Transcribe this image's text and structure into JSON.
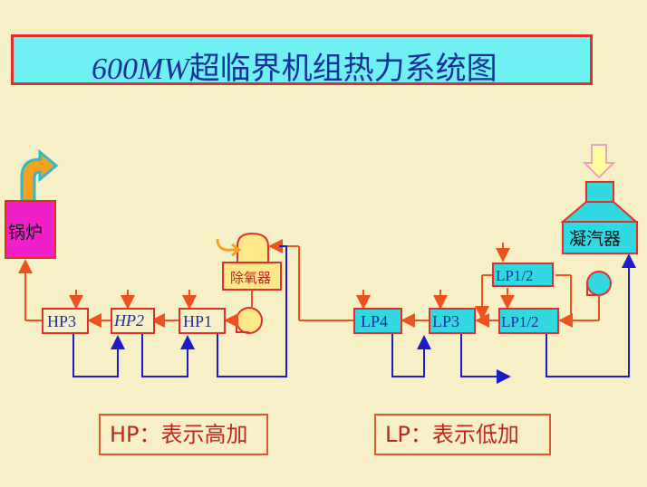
{
  "title": {
    "prefix": "600MW",
    "text": "超临界机组热力系统图"
  },
  "components": {
    "boiler": "锅炉",
    "deaerator": "除氧器",
    "condenser": "凝汽器",
    "hp3": "HP3",
    "hp2": "HP2",
    "hp1": "HP1",
    "lp4": "LP4",
    "lp3": "LP3",
    "lp12_top": "LP1/2",
    "lp12_bottom": "LP1/2"
  },
  "legend": {
    "hp": "HP：表示高加",
    "lp": "LP：表示低加"
  },
  "colors": {
    "background": "#f7f0c6",
    "title_fill": "#6ff1f4",
    "frame_red": "#e0302a",
    "pipe_orange": "#f0521e",
    "drain_blue": "#1c1cc8",
    "boiler_fill": "#f020c8",
    "cyan_fill": "#32d8e0",
    "deaerator_fill": "#ffe88a",
    "text_blue": "#1a2f9c",
    "text_red": "#c0261e"
  }
}
